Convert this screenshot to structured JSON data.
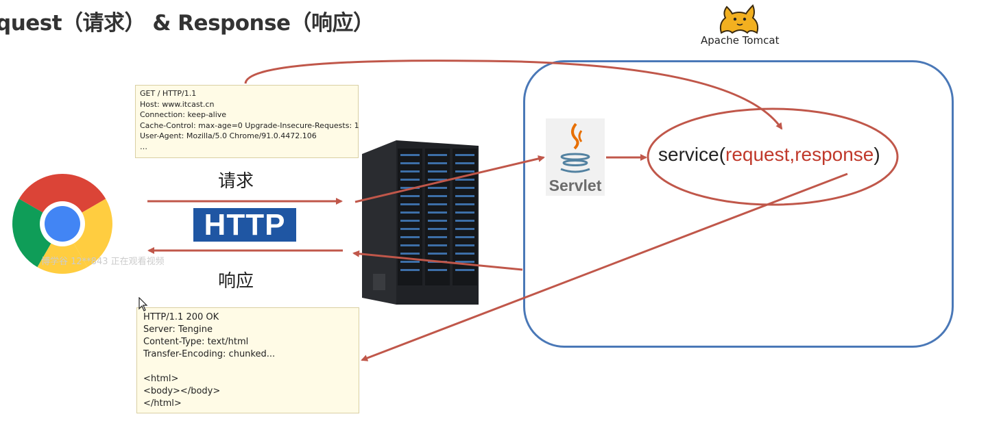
{
  "title": "quest（请求） & Response（响应）",
  "tomcat": {
    "label": "Apache Tomcat"
  },
  "request_note": {
    "text": "GET / HTTP/1.1\nHost: www.itcast.cn\nConnection: keep-alive\nCache-Control: max-age=0 Upgrade-Insecure-Requests: 1\nUser-Agent: Mozilla/5.0 Chrome/91.0.4472.106\n…"
  },
  "response_note": {
    "text": "HTTP/1.1 200 OK\nServer: Tengine\nContent-Type: text/html\nTransfer-Encoding: chunked...\n\n<html>\n<body></body>\n</html>"
  },
  "labels": {
    "request": "请求",
    "response": "响应",
    "http": "HTTP"
  },
  "servlet": {
    "label": "Servlet"
  },
  "service_call": {
    "name": "service(",
    "args": "request,response",
    "close": ")"
  },
  "watermark": "博学谷 12**843 正在观看视频",
  "icons": [
    "chrome-icon",
    "server-rack-icon",
    "tomcat-icon",
    "servlet-java-icon",
    "mouse-cursor-icon"
  ],
  "colors": {
    "arrow": "#c0574a",
    "container_border": "#4a78b7",
    "http_badge": "#1f56a3",
    "note_bg": "#fffbe6"
  }
}
